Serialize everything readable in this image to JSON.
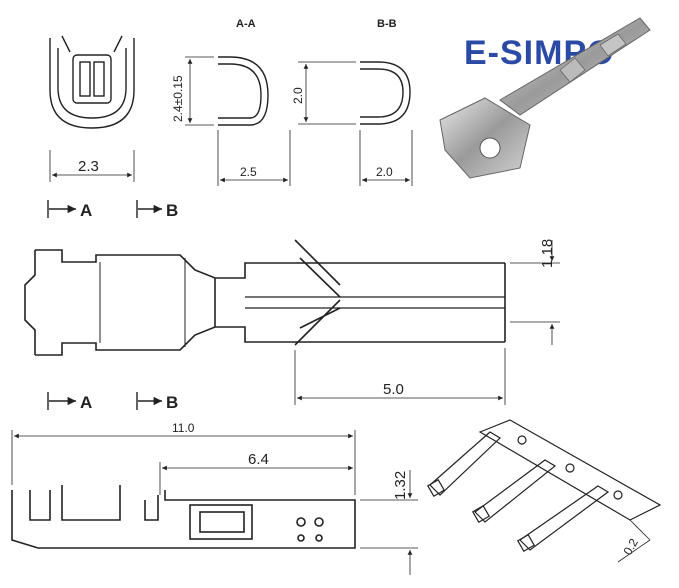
{
  "brand": {
    "logo_prefix": "E-",
    "logo_main": "SIMP",
    "logo_suffix": "O"
  },
  "section_titles": {
    "aa": "A-A",
    "bb": "B-B"
  },
  "section_markers": {
    "a": "A",
    "b": "B"
  },
  "dimensions": {
    "front_width": "2.3",
    "aa_height": "2.4±0.15",
    "aa_width": "2.5",
    "bb_height": "2.0",
    "bb_width": "2.0",
    "top_height": "1.18",
    "top_length": "5.0",
    "side_total": "11.0",
    "side_partial": "6.4",
    "side_height": "1.32",
    "carrier_dim": "0.2"
  }
}
